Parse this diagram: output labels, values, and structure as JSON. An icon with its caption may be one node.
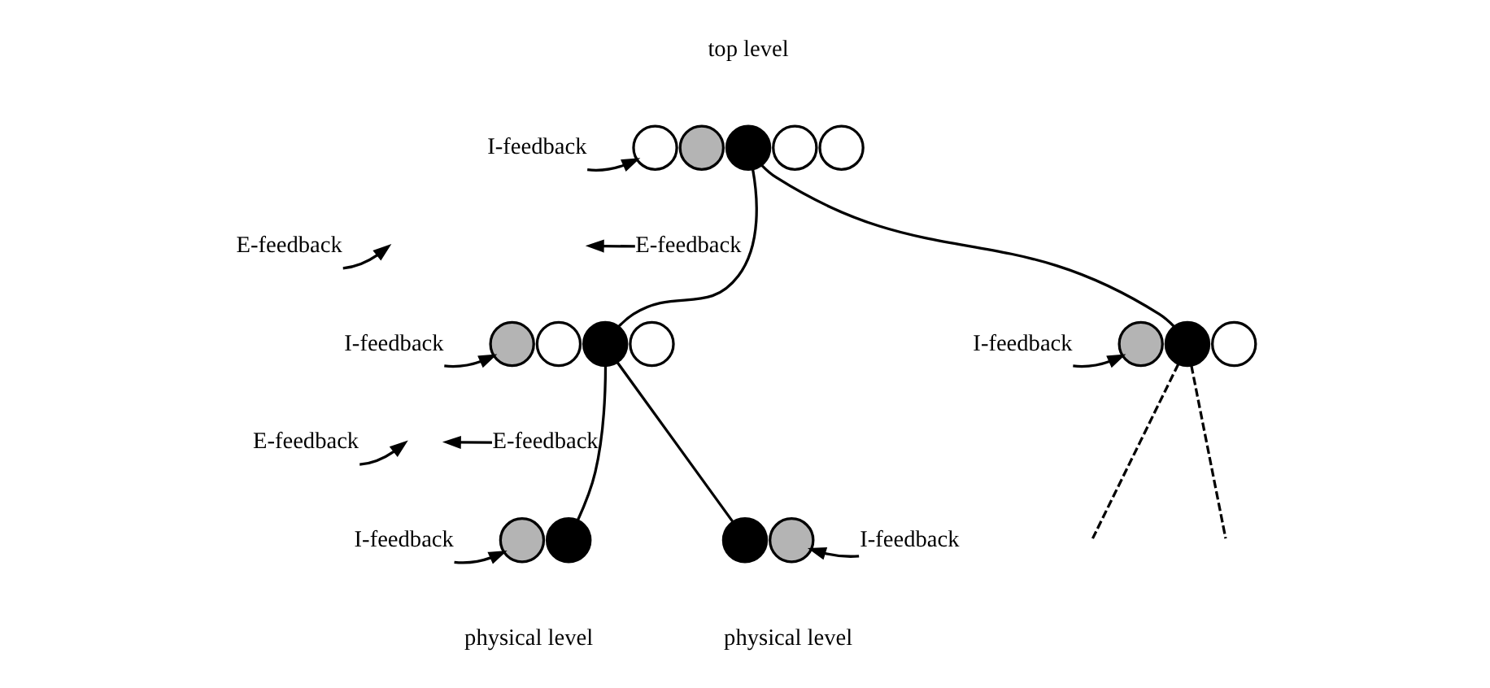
{
  "diagram": {
    "nodes": [
      {
        "text": [
          "I-feedback"
        ]
      },
      {
        "text": [],
        "shape": "circle"
      },
      {
        "text": [],
        "shape": "circle"
      },
      {
        "text": [],
        "shape": "circle"
      },
      {
        "text": [],
        "shape": "circle"
      },
      {
        "text": [],
        "shape": "circle"
      },
      {
        "text": [
          "E-feedback"
        ]
      },
      {
        "text": [
          "E-feedback"
        ]
      },
      {
        "text": [
          "I-feedback"
        ]
      },
      {
        "text": [],
        "shape": "circle"
      },
      {
        "text": [],
        "shape": "circle"
      },
      {
        "text": [],
        "shape": "circle"
      },
      {
        "text": [],
        "shape": "circle"
      },
      {
        "text": [
          "I-feedback"
        ]
      },
      {
        "text": [],
        "shape": "circle"
      },
      {
        "text": [],
        "shape": "circle"
      },
      {
        "text": [],
        "shape": "circle"
      },
      {
        "text": [
          "E-feedback"
        ]
      },
      {
        "text": [
          "E-feedback"
        ]
      },
      {
        "text": [
          "I-feedback"
        ]
      },
      {
        "text": [],
        "shape": "circle"
      },
      {
        "text": [],
        "shape": "circle"
      },
      {
        "text": [],
        "shape": "circle"
      },
      {
        "text": [],
        "shape": "circle"
      },
      {
        "text": [
          "I-feedback"
        ]
      }
    ],
    "edges": [
      {
        "from": 0,
        "to": 1,
        "arrow": "to"
      },
      {
        "from": 6,
        "to": null,
        "arrow": "to"
      },
      {
        "from": 7,
        "to": null,
        "arrow": "to"
      },
      {
        "from": 3,
        "to": 11,
        "arrow": "none"
      },
      {
        "from": 3,
        "to": 15,
        "arrow": "none"
      },
      {
        "from": 8,
        "to": 9,
        "arrow": "to"
      },
      {
        "from": 13,
        "to": 14,
        "arrow": "to"
      },
      {
        "from": 17,
        "to": null,
        "arrow": "to"
      },
      {
        "from": 18,
        "to": null,
        "arrow": "to"
      },
      {
        "from": 11,
        "to": 21,
        "arrow": "none"
      },
      {
        "from": 11,
        "to": 22,
        "arrow": "none"
      },
      {
        "from": 15,
        "to": null,
        "arrow": "none",
        "style": "dashed"
      },
      {
        "from": 15,
        "to": null,
        "arrow": "none",
        "style": "dashed"
      },
      {
        "from": 19,
        "to": 20,
        "arrow": "to"
      },
      {
        "from": 24,
        "to": 23,
        "arrow": "to"
      }
    ],
    "labels": [
      "top level",
      "physical level",
      "physical level"
    ]
  }
}
